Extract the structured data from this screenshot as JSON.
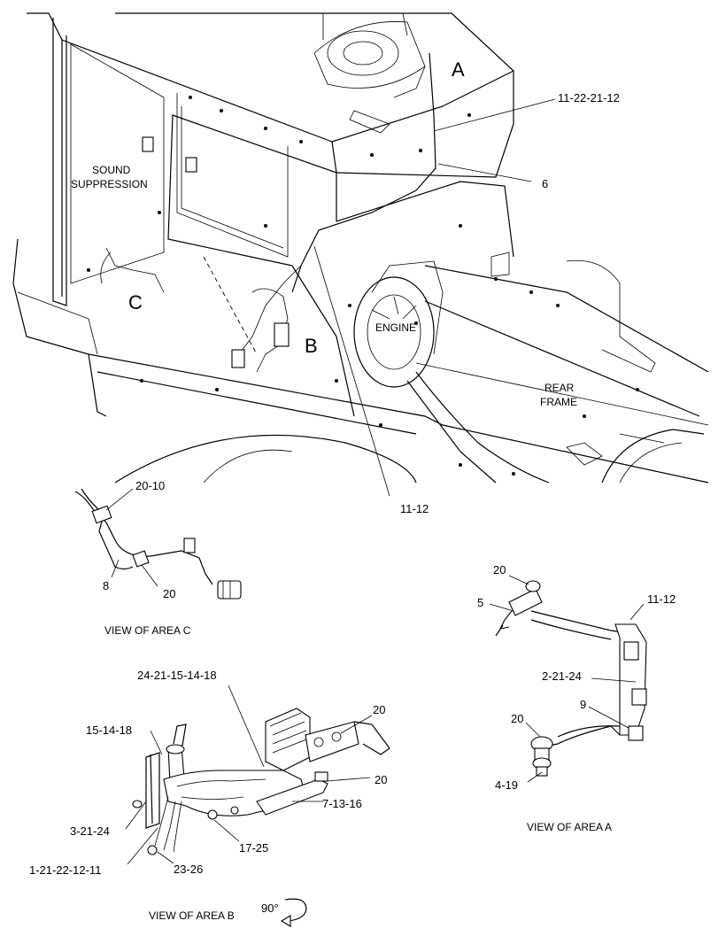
{
  "areas": {
    "a": "A",
    "b": "B",
    "c": "C"
  },
  "labels": {
    "sound_suppression_line1": "SOUND",
    "sound_suppression_line2": "SUPPRESSION",
    "engine": "ENGINE",
    "rear_frame_line1": "REAR",
    "rear_frame_line2": "FRAME"
  },
  "callouts": {
    "top_11_22_21_12": "11-22-21-12",
    "top_6": "6",
    "top_11_12": "11-12",
    "c_20_10": "20-10",
    "c_8": "8",
    "c_20": "20",
    "a_20_top": "20",
    "a_5": "5",
    "a_11_12": "11-12",
    "a_2_21_24": "2-21-24",
    "a_9": "9",
    "a_20_mid": "20",
    "a_4_19": "4-19",
    "b_24_21_15_14_18": "24-21-15-14-18",
    "b_20_top": "20",
    "b_15_14_18": "15-14-18",
    "b_20_right": "20",
    "b_7_13_16": "7-13-16",
    "b_3_21_24": "3-21-24",
    "b_17_25": "17-25",
    "b_1_21_22_12_11": "1-21-22-12-11",
    "b_23_26": "23-26"
  },
  "views": {
    "area_c": "VIEW OF AREA C",
    "area_a": "VIEW OF AREA A",
    "area_b": "VIEW OF AREA B",
    "rotation": "90°"
  }
}
